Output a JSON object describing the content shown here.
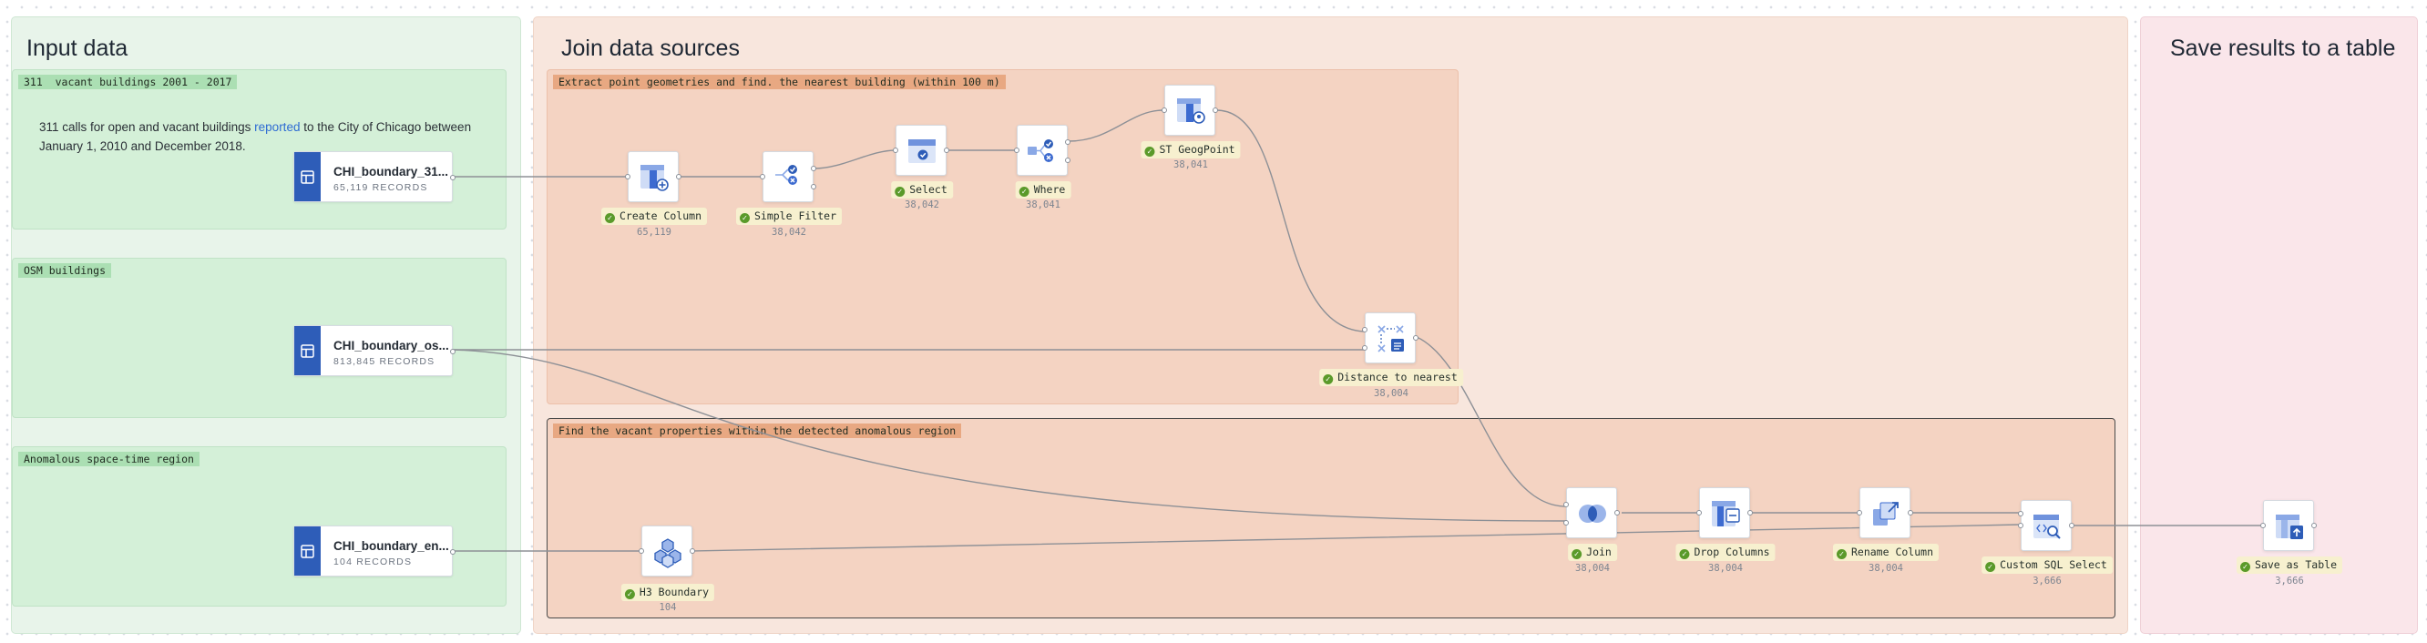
{
  "sections": {
    "input": {
      "title": "Input data"
    },
    "join": {
      "title": "Join data sources"
    },
    "save": {
      "title": "Save results to a table"
    }
  },
  "groups": {
    "vacant": {
      "label": "311  vacant buildings 2001 - 2017",
      "description": {
        "before": "311 calls for open and vacant buildings ",
        "link": "reported",
        "after": " to the City of Chicago between January 1, 2010 and December 2018."
      }
    },
    "osm": {
      "label": "OSM buildings"
    },
    "anomalous": {
      "label": "Anomalous space-time region"
    },
    "extract": {
      "label": "Extract point geometries and find. the nearest building (within 100 m)"
    },
    "find": {
      "label": "Find the vacant properties within the detected anomalous region"
    }
  },
  "sources": {
    "src311": {
      "name": "CHI_boundary_31...",
      "records": "65,119 RECORDS"
    },
    "srcOsm": {
      "name": "CHI_boundary_os...",
      "records": "813,845 RECORDS"
    },
    "srcEn": {
      "name": "CHI_boundary_en...",
      "records": "104 RECORDS"
    }
  },
  "nodes": {
    "createColumn": {
      "label": "Create Column",
      "count": "65,119",
      "icon": "create-column-icon"
    },
    "simpleFilter": {
      "label": "Simple Filter",
      "count": "38,042",
      "icon": "simple-filter-icon"
    },
    "select": {
      "label": "Select",
      "count": "38,042",
      "icon": "select-icon"
    },
    "where": {
      "label": "Where",
      "count": "38,041",
      "icon": "where-icon"
    },
    "stGeogPoint": {
      "label": "ST GeogPoint",
      "count": "38,041",
      "icon": "geog-point-icon"
    },
    "distance": {
      "label": "Distance to nearest",
      "count": "38,004",
      "icon": "distance-icon"
    },
    "h3Boundary": {
      "label": "H3 Boundary",
      "count": "104",
      "icon": "h3-hexagon-icon"
    },
    "join": {
      "label": "Join",
      "count": "38,004",
      "icon": "join-icon"
    },
    "dropColumns": {
      "label": "Drop Columns",
      "count": "38,004",
      "icon": "drop-columns-icon"
    },
    "renameColumn": {
      "label": "Rename Column",
      "count": "38,004",
      "icon": "rename-column-icon"
    },
    "customSql": {
      "label": "Custom SQL Select",
      "count": "3,666",
      "icon": "custom-sql-icon"
    },
    "saveAsTable": {
      "label": "Save as Table",
      "count": "3,666",
      "icon": "save-table-icon"
    }
  },
  "colors": {
    "input_section": "#e8f4ea",
    "input_group": "#d4f0d8",
    "join_section": "#f8e6dd",
    "join_group": "#f4d3c2",
    "save_section": "#fae6ea",
    "accent_blue": "#2e5db8",
    "status_ok": "#5a9a2a"
  }
}
